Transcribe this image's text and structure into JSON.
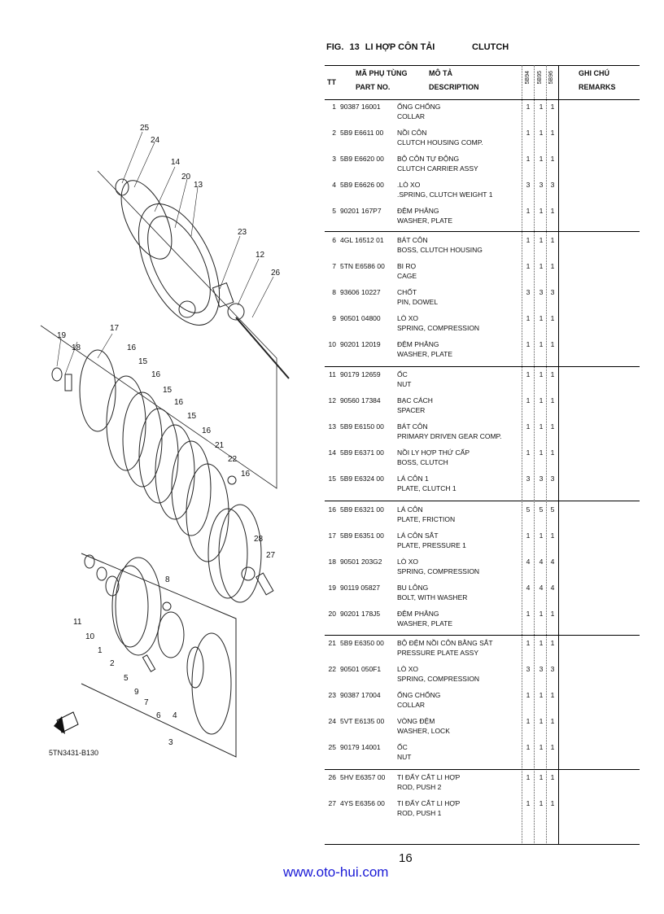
{
  "figure": {
    "fig_label": "FIG.",
    "fig_number": "13",
    "title_vi": "LI HỢP CÔN TẢI",
    "title_en": "CLUTCH"
  },
  "headers": {
    "tt": "TT",
    "part_no_vi": "MÃ PHỤ TÙNG",
    "part_no_en": "PART NO.",
    "desc_vi": "MÔ TẢ",
    "desc_en": "DESCRIPTION",
    "models": [
      "5B94",
      "5B95",
      "5B96"
    ],
    "remarks_vi": "GHI CHÚ",
    "remarks_en": "REMARKS"
  },
  "parts": [
    {
      "tt": "1",
      "part_no": "90387 16001",
      "vi": "ỐNG CHỐNG",
      "en": "COLLAR",
      "q": [
        "1",
        "1",
        "1"
      ]
    },
    {
      "tt": "2",
      "part_no": "5B9 E6611 00",
      "vi": "NỒI CÔN",
      "en": "CLUTCH HOUSING COMP.",
      "q": [
        "1",
        "1",
        "1"
      ]
    },
    {
      "tt": "3",
      "part_no": "5B9 E6620 00",
      "vi": "BỘ CÔN TỰ ĐỘNG",
      "en": "CLUTCH CARRIER ASSY",
      "q": [
        "1",
        "1",
        "1"
      ]
    },
    {
      "tt": "4",
      "part_no": "5B9 E6626 00",
      "vi": ".LÒ XO",
      "en": ".SPRING, CLUTCH WEIGHT 1",
      "q": [
        "3",
        "3",
        "3"
      ]
    },
    {
      "tt": "5",
      "part_no": "90201 167P7",
      "vi": "ĐỆM PHẲNG",
      "en": "WASHER, PLATE",
      "q": [
        "1",
        "1",
        "1"
      ]
    },
    {
      "tt": "6",
      "part_no": "4GL 16512 01",
      "vi": "BÁT CÔN",
      "en": "BOSS, CLUTCH HOUSING",
      "q": [
        "1",
        "1",
        "1"
      ]
    },
    {
      "tt": "7",
      "part_no": "5TN E6586 00",
      "vi": "BI RỌ",
      "en": "CAGE",
      "q": [
        "1",
        "1",
        "1"
      ]
    },
    {
      "tt": "8",
      "part_no": "93606 10227",
      "vi": "CHỐT",
      "en": "PIN, DOWEL",
      "q": [
        "3",
        "3",
        "3"
      ]
    },
    {
      "tt": "9",
      "part_no": "90501 04800",
      "vi": "LÒ XO",
      "en": "SPRING, COMPRESSION",
      "q": [
        "1",
        "1",
        "1"
      ]
    },
    {
      "tt": "10",
      "part_no": "90201 12019",
      "vi": "ĐỆM PHẲNG",
      "en": "WASHER, PLATE",
      "q": [
        "1",
        "1",
        "1"
      ]
    },
    {
      "tt": "11",
      "part_no": "90179 12659",
      "vi": "ỐC",
      "en": "NUT",
      "q": [
        "1",
        "1",
        "1"
      ]
    },
    {
      "tt": "12",
      "part_no": "90560 17384",
      "vi": "BẠC CÁCH",
      "en": "SPACER",
      "q": [
        "1",
        "1",
        "1"
      ]
    },
    {
      "tt": "13",
      "part_no": "5B9 E6150 00",
      "vi": "BÁT CÔN",
      "en": "PRIMARY DRIVEN GEAR COMP.",
      "q": [
        "1",
        "1",
        "1"
      ]
    },
    {
      "tt": "14",
      "part_no": "5B9 E6371 00",
      "vi": "NỒI LY HỢP THỨ CẤP",
      "en": "BOSS, CLUTCH",
      "q": [
        "1",
        "1",
        "1"
      ]
    },
    {
      "tt": "15",
      "part_no": "5B9 E6324 00",
      "vi": "LÁ CÔN 1",
      "en": "PLATE, CLUTCH 1",
      "q": [
        "3",
        "3",
        "3"
      ]
    },
    {
      "tt": "16",
      "part_no": "5B9 E6321 00",
      "vi": "LÁ CÔN",
      "en": "PLATE, FRICTION",
      "q": [
        "5",
        "5",
        "5"
      ]
    },
    {
      "tt": "17",
      "part_no": "5B9 E6351 00",
      "vi": "LÁ CÔN SẮT",
      "en": "PLATE, PRESSURE 1",
      "q": [
        "1",
        "1",
        "1"
      ]
    },
    {
      "tt": "18",
      "part_no": "90501 203G2",
      "vi": "LÒ XO",
      "en": "SPRING, COMPRESSION",
      "q": [
        "4",
        "4",
        "4"
      ]
    },
    {
      "tt": "19",
      "part_no": "90119 05827",
      "vi": "BU LÔNG",
      "en": "BOLT, WITH WASHER",
      "q": [
        "4",
        "4",
        "4"
      ]
    },
    {
      "tt": "20",
      "part_no": "90201 178J5",
      "vi": "ĐỆM PHẲNG",
      "en": "WASHER, PLATE",
      "q": [
        "1",
        "1",
        "1"
      ]
    },
    {
      "tt": "21",
      "part_no": "5B9 E6350 00",
      "vi": "BỘ ĐỆM NỒI CÔN BẰNG SẮT",
      "en": "PRESSURE PLATE ASSY",
      "q": [
        "1",
        "1",
        "1"
      ]
    },
    {
      "tt": "22",
      "part_no": "90501 050F1",
      "vi": "LÒ XO",
      "en": "SPRING, COMPRESSION",
      "q": [
        "3",
        "3",
        "3"
      ]
    },
    {
      "tt": "23",
      "part_no": "90387 17004",
      "vi": "ỐNG CHỐNG",
      "en": "COLLAR",
      "q": [
        "1",
        "1",
        "1"
      ]
    },
    {
      "tt": "24",
      "part_no": "5VT E6135 00",
      "vi": "VÒNG ĐỆM",
      "en": "WASHER, LOCK",
      "q": [
        "1",
        "1",
        "1"
      ]
    },
    {
      "tt": "25",
      "part_no": "90179 14001",
      "vi": "ỐC",
      "en": "NUT",
      "q": [
        "1",
        "1",
        "1"
      ]
    },
    {
      "tt": "26",
      "part_no": "5HV E6357 00",
      "vi": "TI ĐẨY CẮT LI HỢP",
      "en": "ROD, PUSH 2",
      "q": [
        "1",
        "1",
        "1"
      ]
    },
    {
      "tt": "27",
      "part_no": "4YS E6356 00",
      "vi": "TI ĐẨY CẮT LI HỢP",
      "en": "ROD, PUSH 1",
      "q": [
        "1",
        "1",
        "1"
      ]
    }
  ],
  "diagram": {
    "code": "5TN3431-B130",
    "callouts": [
      "25",
      "24",
      "14",
      "20",
      "13",
      "23",
      "12",
      "26",
      "17",
      "19",
      "18",
      "16",
      "15",
      "16",
      "15",
      "16",
      "15",
      "16",
      "21",
      "22",
      "16",
      "28",
      "27",
      "8",
      "11",
      "10",
      "1",
      "2",
      "5",
      "9",
      "7",
      "6",
      "4",
      "3"
    ]
  },
  "footer": {
    "page_number": "16",
    "website": "www.oto-hui.com"
  }
}
